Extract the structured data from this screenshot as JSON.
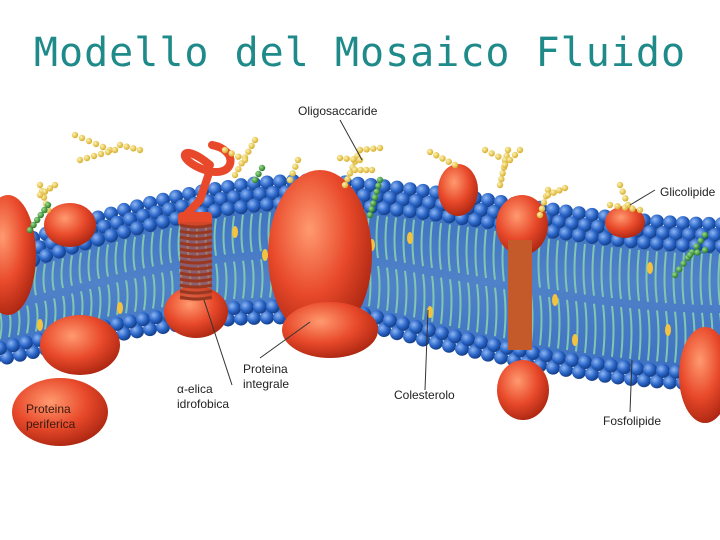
{
  "title": "Modello del Mosaico Fluido",
  "labels": {
    "oligosaccharide": "Oligosaccaride",
    "glycolipid": "Glicolipide",
    "integral_protein_l1": "Proteina",
    "integral_protein_l2": "integrale",
    "alpha_helix_l1": "α-elica",
    "alpha_helix_l2": "idrofobica",
    "cholesterol": "Colesterolo",
    "phospholipid": "Fosfolipide",
    "peripheral_protein_l1": "Proteina",
    "peripheral_protein_l2": "periferica"
  },
  "colors": {
    "title": "#1f8a8a",
    "lipid_head": "#2a66c9",
    "lipid_tail": "#7fc7b0",
    "protein": "#e8492a",
    "sugar": "#f0d050",
    "glycolipid_sugar": "#3a9a3a",
    "cholesterol": "#f3c340"
  }
}
